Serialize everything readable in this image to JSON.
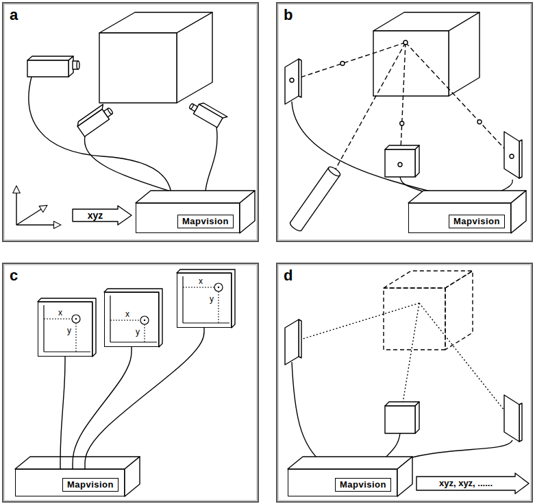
{
  "diagram": {
    "nodes": [
      {
        "text": [
          "a"
        ]
      },
      {
        "text": [
          "Mapvision"
        ],
        "in": 0
      },
      {
        "text": [
          "xyz"
        ],
        "in": 0
      },
      {
        "text": [
          "b"
        ]
      },
      {
        "text": [
          "Mapvision"
        ],
        "in": 3
      },
      {
        "text": [
          "c"
        ]
      },
      {
        "text": [
          "x",
          "y"
        ],
        "in": 5
      },
      {
        "text": [
          "x",
          "y"
        ],
        "in": 5
      },
      {
        "text": [
          "x",
          "y"
        ],
        "in": 5
      },
      {
        "text": [
          "Mapvision"
        ],
        "in": 5
      },
      {
        "text": [
          "d"
        ]
      },
      {
        "text": [
          "Mapvision"
        ],
        "in": 10
      },
      {
        "text": [
          "xyz, xyz, ......"
        ],
        "in": 10
      }
    ],
    "edges": [
      {
        "from": 6,
        "to": 9,
        "arrow": "none"
      },
      {
        "from": 7,
        "to": 9,
        "arrow": "none"
      },
      {
        "from": 8,
        "to": 9,
        "arrow": "none"
      }
    ]
  }
}
